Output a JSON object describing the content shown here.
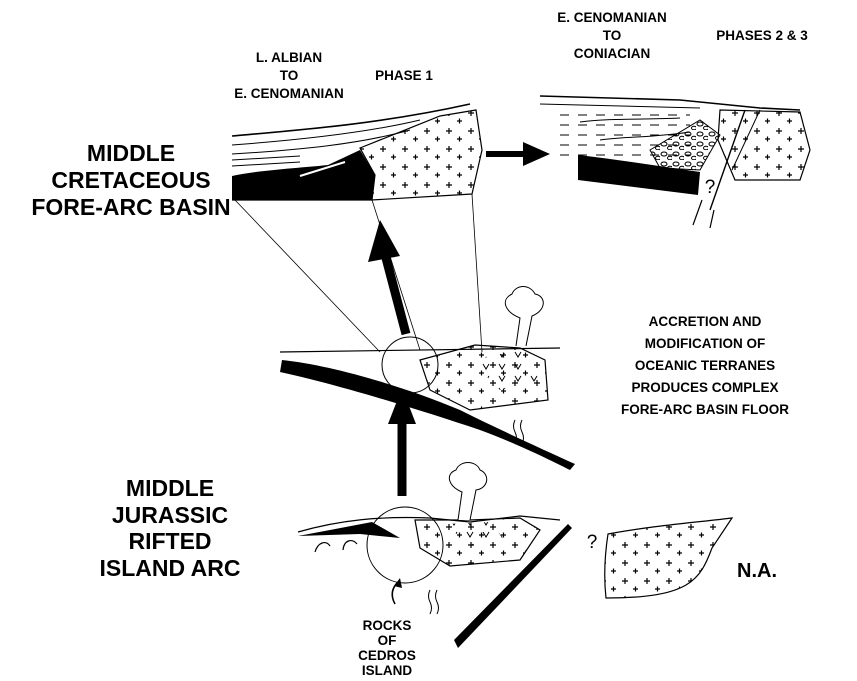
{
  "upper_left_label": {
    "line1": "MIDDLE",
    "line2": "CRETACEOUS",
    "line3": "FORE-ARC BASIN"
  },
  "lower_left_label": {
    "line1": "MIDDLE",
    "line2": "JURASSIC",
    "line3": "RIFTED",
    "line4": "ISLAND ARC"
  },
  "phase1": {
    "age_line1": "L. ALBIAN",
    "age_line2": "TO",
    "age_line3": "E. CENOMANIAN",
    "phase_label": "PHASE 1"
  },
  "phase23": {
    "age_line1": "E. CENOMANIAN",
    "age_line2": "TO",
    "age_line3": "CONIACIAN",
    "phase_label": "PHASES 2 & 3"
  },
  "accretion_note": {
    "line1": "ACCRETION AND",
    "line2": "MODIFICATION OF",
    "line3": "OCEANIC TERRANES",
    "line4": "PRODUCES COMPLEX",
    "line5": "FORE-ARC BASIN FLOOR"
  },
  "cedros_label": {
    "line1": "ROCKS",
    "line2": "OF",
    "line3": "CEDROS",
    "line4": "ISLAND"
  },
  "na_label": "N.A.",
  "uncertainty_marks": {
    "phase23_fault": "?",
    "jurassic_gap": "?"
  },
  "colors": {
    "ink": "#000000",
    "paper": "#ffffff"
  }
}
